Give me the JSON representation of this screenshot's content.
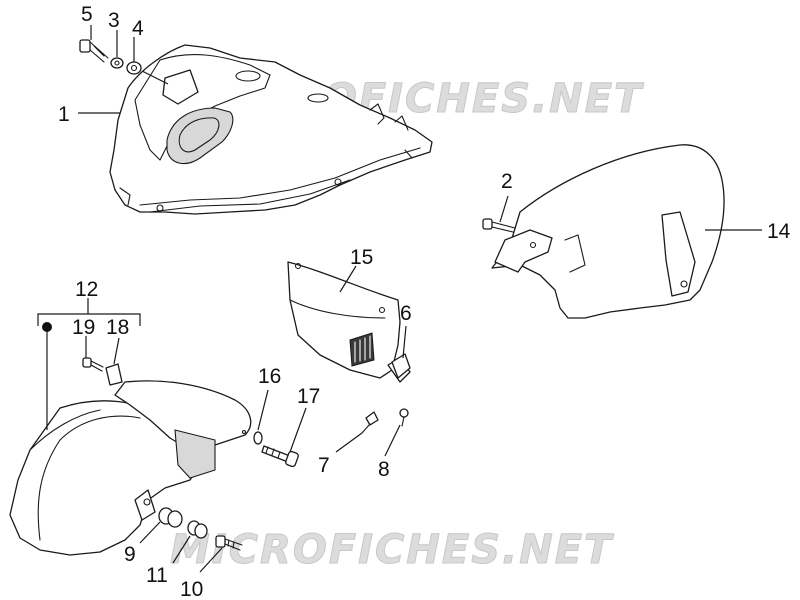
{
  "watermark": {
    "text": "MICROFICHES.NET"
  },
  "callouts": {
    "c1": "1",
    "c2": "2",
    "c3": "3",
    "c4": "4",
    "c5": "5",
    "c6": "6",
    "c7": "7",
    "c8": "8",
    "c9": "9",
    "c10": "10",
    "c11": "11",
    "c12": "12",
    "c14": "14",
    "c15": "15",
    "c16": "16",
    "c17": "17",
    "c18": "18",
    "c19": "19"
  },
  "colors": {
    "line": "#1a1a1a",
    "watermark": "#dcdcdc",
    "background": "#ffffff"
  }
}
